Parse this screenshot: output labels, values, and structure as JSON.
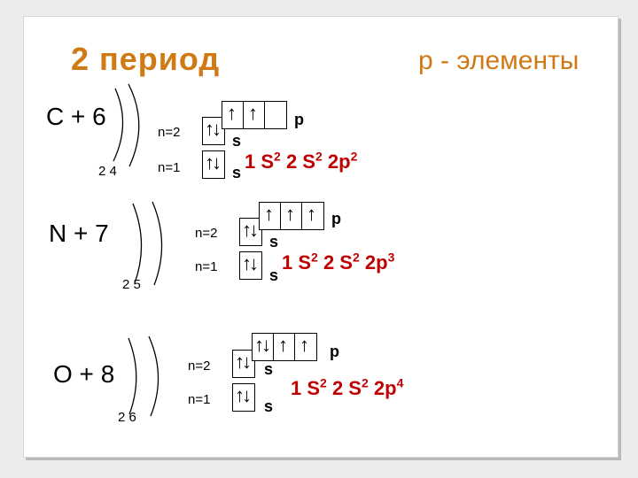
{
  "title": "2 период",
  "subtitle": "р - элементы",
  "elements": [
    {
      "symbol": "C + 6",
      "shells": "2  4",
      "level2": "n=2",
      "level1": "n=1",
      "s_label": "s",
      "p_label": "p",
      "formula": {
        "a": "1 S",
        "e1": "2",
        "b": " 2 S",
        "e2": "2",
        "c": " 2p",
        "e3": "2"
      }
    },
    {
      "symbol": "N + 7",
      "shells": "2  5",
      "level2": "n=2",
      "level1": "n=1",
      "s_label": "s",
      "p_label": "p",
      "formula": {
        "a": "1 S",
        "e1": "2",
        "b": " 2 S",
        "e2": "2",
        "c": " 2p",
        "e3": "3"
      }
    },
    {
      "symbol": "O + 8",
      "shells": "2  6",
      "level2": "n=2",
      "level1": "n=1",
      "s_label": "s",
      "p_label": "p",
      "formula": {
        "a": "1 S",
        "e1": "2",
        "b": " 2 S",
        "e2": "2",
        "c": " 2p",
        "e3": "4"
      }
    }
  ],
  "colors": {
    "title": "#cf7a14",
    "formula": "#c00000"
  }
}
